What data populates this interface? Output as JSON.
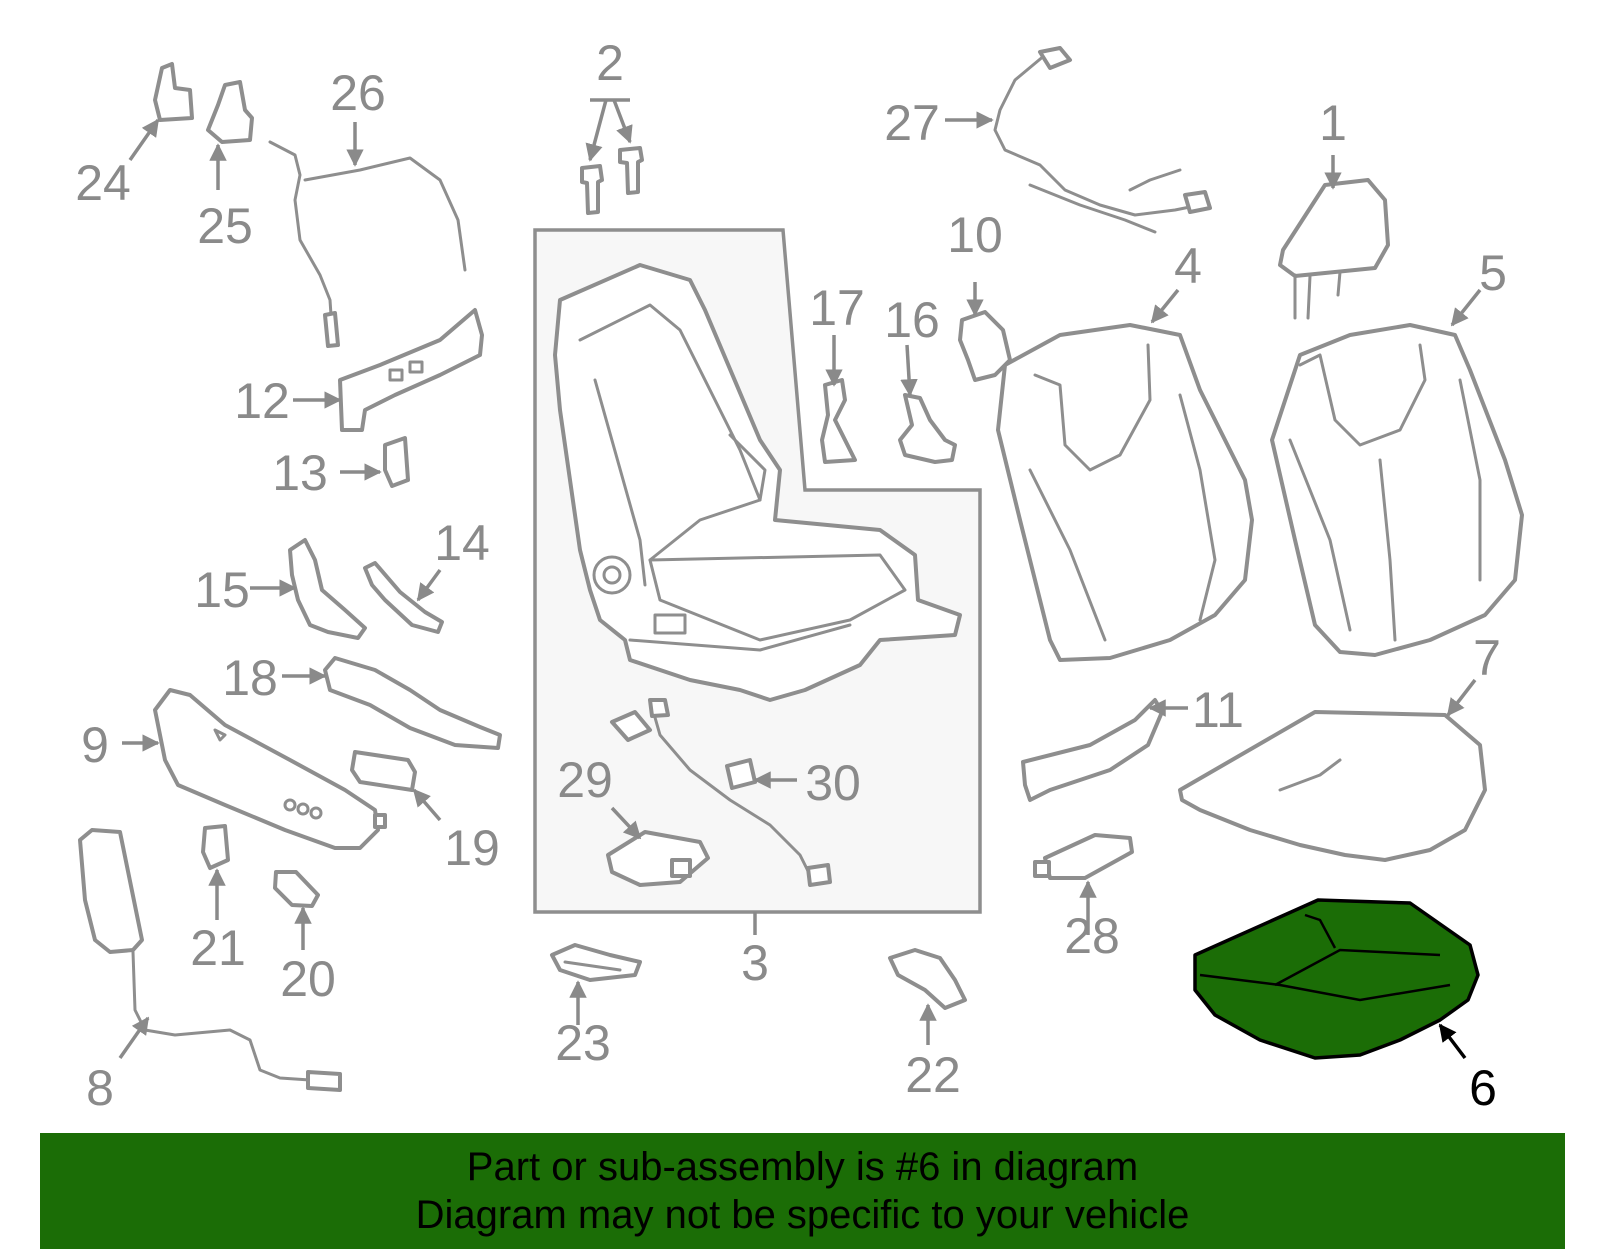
{
  "callouts": {
    "c1": "1",
    "c2": "2",
    "c3": "3",
    "c4": "4",
    "c5": "5",
    "c6": "6",
    "c7": "7",
    "c8": "8",
    "c9": "9",
    "c10": "10",
    "c11": "11",
    "c12": "12",
    "c13": "13",
    "c14": "14",
    "c15": "15",
    "c16": "16",
    "c17": "17",
    "c18": "18",
    "c19": "19",
    "c20": "20",
    "c21": "21",
    "c22": "22",
    "c23": "23",
    "c24": "24",
    "c25": "25",
    "c26": "26",
    "c27": "27",
    "c28": "28",
    "c29": "29",
    "c30": "30"
  },
  "highlight": {
    "part": "6",
    "color": "#1b6d06"
  },
  "banner": {
    "line1": "Part or sub-assembly is #6 in diagram",
    "line2": "Diagram may not be specific to your vehicle",
    "color": "#1b6d06"
  }
}
